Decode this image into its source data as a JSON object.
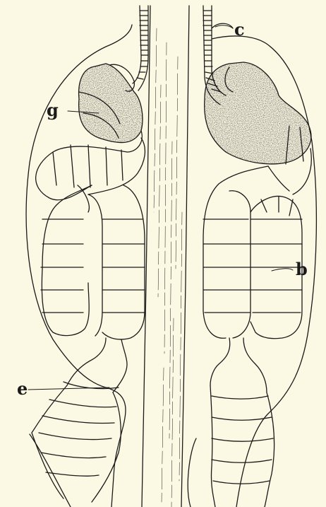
{
  "labels": {
    "c": "c",
    "g": "g",
    "b": "b",
    "e": "e"
  },
  "colors": {
    "paper": "#fbf8e3",
    "ink": "#1a1a1a",
    "stipple": "#2a2a2a"
  }
}
